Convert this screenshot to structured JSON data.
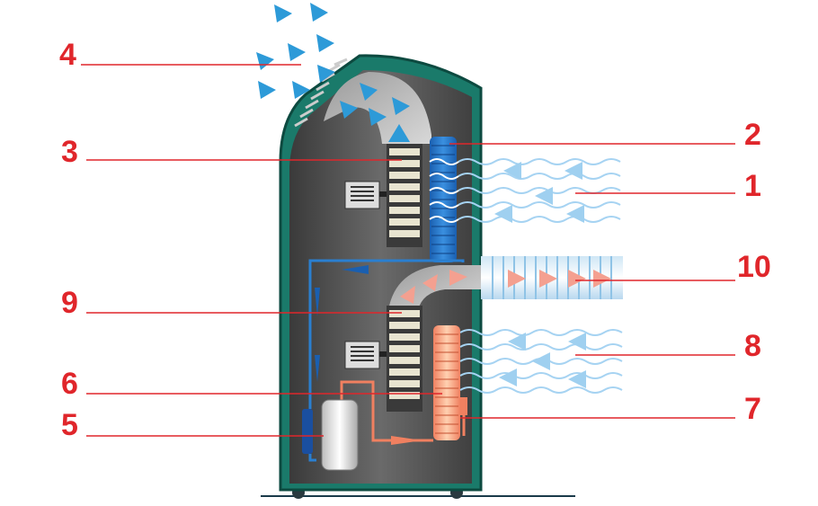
{
  "callouts": [
    {
      "id": "c1",
      "label": "1"
    },
    {
      "id": "c2",
      "label": "2"
    },
    {
      "id": "c3",
      "label": "3"
    },
    {
      "id": "c4",
      "label": "4"
    },
    {
      "id": "c5",
      "label": "5"
    },
    {
      "id": "c6",
      "label": "6"
    },
    {
      "id": "c7",
      "label": "7"
    },
    {
      "id": "c8",
      "label": "8"
    },
    {
      "id": "c9",
      "label": "9"
    },
    {
      "id": "c10",
      "label": "10"
    }
  ],
  "colors": {
    "callout_red": "#e0262b",
    "casing_green": "#1a7a6a",
    "interior_gray": "#5f5f5f",
    "cold_blue": "#2a7fd0",
    "hot_orange": "#f07a50",
    "airflow_cold": "#3aa0e0",
    "airflow_warm": "#f4a090"
  }
}
